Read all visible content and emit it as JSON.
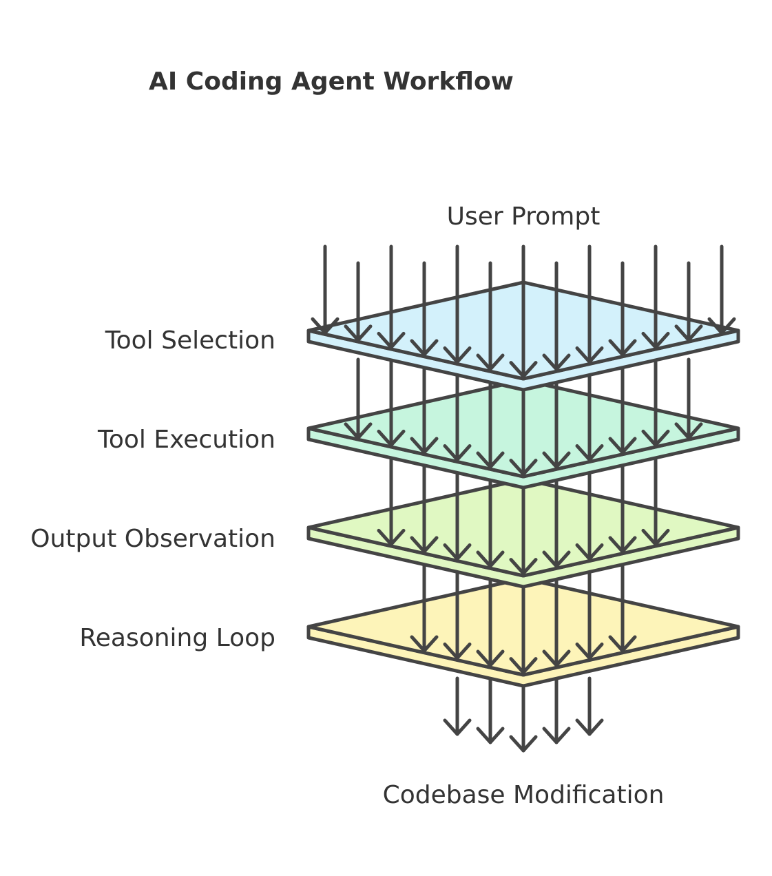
{
  "title": "AI Coding Agent Workflow",
  "input_label": "User Prompt",
  "output_label": "Codebase Modification",
  "layers": [
    {
      "label": "Tool Selection",
      "color": "#d3f1fb"
    },
    {
      "label": "Tool Execution",
      "color": "#c6f5de"
    },
    {
      "label": "Output Observation",
      "color": "#e0f8c2"
    },
    {
      "label": "Reasoning Loop",
      "color": "#fdf4b9"
    }
  ],
  "stroke_color": "#444444"
}
